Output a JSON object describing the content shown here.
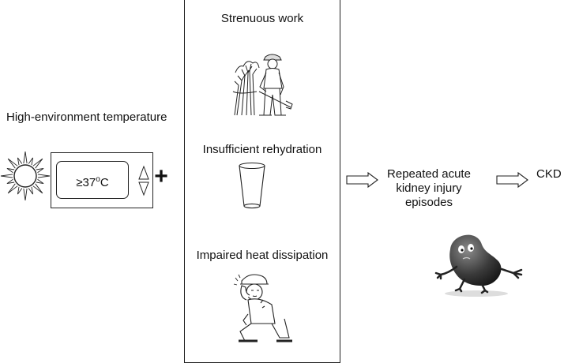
{
  "left": {
    "label": "High-environment temperature",
    "thermostat": {
      "value": "≥37",
      "sup": "o",
      "unit": "C"
    }
  },
  "plus": "+",
  "factors": [
    {
      "label": "Strenuous work"
    },
    {
      "label": "Insufficient rehydration"
    },
    {
      "label": "Impaired heat dissipation"
    }
  ],
  "outcome": {
    "line1": "Repeated acute",
    "line2": "kidney injury",
    "line3": "episodes"
  },
  "result": {
    "label": "CKD"
  }
}
